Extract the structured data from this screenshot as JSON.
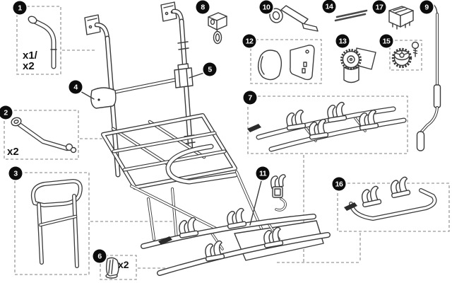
{
  "diagram": {
    "type": "exploded-parts-diagram",
    "background": "#ffffff",
    "line_color": "#3a3a3a",
    "dash_color": "#9a9a9a",
    "callout_style": {
      "bg": "#0c0c0c",
      "text": "#ffffff"
    },
    "callouts": [
      {
        "number": "1"
      },
      {
        "number": "2"
      },
      {
        "number": "3"
      },
      {
        "number": "4"
      },
      {
        "number": "5"
      },
      {
        "number": "6"
      },
      {
        "number": "7"
      },
      {
        "number": "8"
      },
      {
        "number": "9"
      },
      {
        "number": "10"
      },
      {
        "number": "11"
      },
      {
        "number": "12"
      },
      {
        "number": "13"
      },
      {
        "number": "14"
      },
      {
        "number": "15"
      },
      {
        "number": "16"
      },
      {
        "number": "17"
      }
    ],
    "quantity_labels": [
      {
        "part": "1",
        "text": "x1/"
      },
      {
        "part": "1",
        "text": "x2"
      },
      {
        "part": "2",
        "text": "x2"
      },
      {
        "part": "6",
        "text": "x2"
      }
    ],
    "parts": [
      {
        "number": "1",
        "sketch": "bent-mount-tube-icon",
        "boxed": true,
        "quantity": "x1/x2"
      },
      {
        "number": "2",
        "sketch": "angled-support-arm-icon",
        "boxed": true,
        "quantity": "x2"
      },
      {
        "number": "3",
        "sketch": "u-handle-frame-icon",
        "boxed": true
      },
      {
        "number": "4",
        "sketch": "side-cover-icon",
        "boxed": false
      },
      {
        "number": "5",
        "sketch": "crossbar-bracket-icon",
        "boxed": false
      },
      {
        "number": "6",
        "sketch": "wheel-chock-icon",
        "boxed": true,
        "quantity": "x2"
      },
      {
        "number": "7",
        "sketch": "wheel-tray-assembly-icon",
        "boxed": true
      },
      {
        "number": "8",
        "sketch": "latch-knob-icon",
        "boxed": false
      },
      {
        "number": "9",
        "sketch": "crank-rod-icon",
        "boxed": false
      },
      {
        "number": "10",
        "sketch": "strap-guide-icon",
        "boxed": false
      },
      {
        "number": "11",
        "sketch": "hook-clamp-icon",
        "boxed": false
      },
      {
        "number": "12",
        "sketch": "cover-shell-pair-icon",
        "boxed": true
      },
      {
        "number": "13",
        "sketch": "motor-unit-icon",
        "boxed": false
      },
      {
        "number": "14",
        "sketch": "pin-pair-icon",
        "boxed": false
      },
      {
        "number": "15",
        "sketch": "gear-and-screw-icon",
        "boxed": true
      },
      {
        "number": "16",
        "sketch": "bumper-frame-icon",
        "boxed": true
      },
      {
        "number": "17",
        "sketch": "rocker-switch-icon",
        "boxed": false
      }
    ]
  }
}
